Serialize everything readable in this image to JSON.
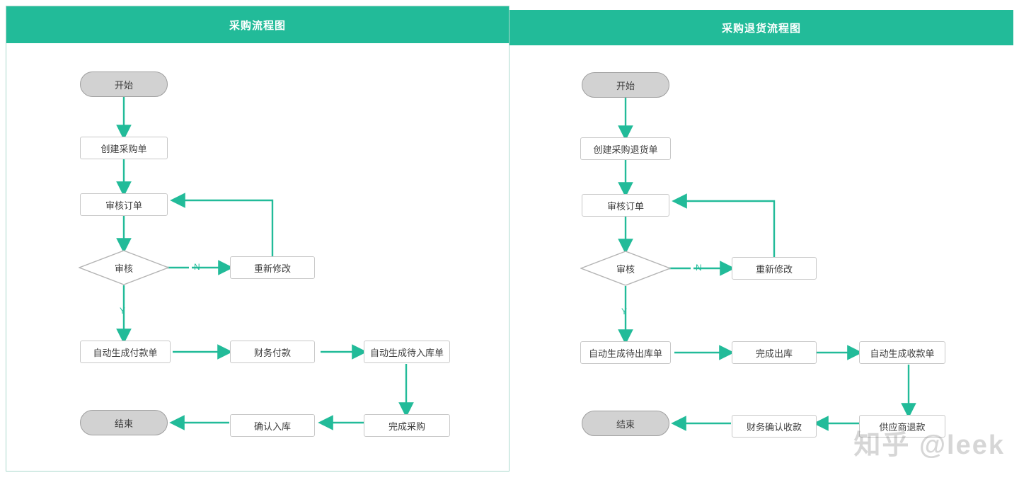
{
  "theme": {
    "accent": "#22bb99",
    "header_bg": "#22bb99",
    "header_text": "#ffffff",
    "node_border": "#c8c8c8",
    "node_bg": "#ffffff",
    "node_text": "#3c3c3c",
    "terminator_bg": "#d2d2d2",
    "terminator_border": "#9f9f9f",
    "panel_border": "#a9d8cc",
    "edge_color": "#22bb99",
    "watermark_color": "rgba(120,120,120,0.30)"
  },
  "watermark": {
    "text": "知乎 @leek"
  },
  "panels": [
    {
      "id": "purchase",
      "title": "采购流程图",
      "nodes": [
        {
          "key": "start",
          "label": "开始",
          "type": "terminator"
        },
        {
          "key": "create",
          "label": "创建采购单",
          "type": "process"
        },
        {
          "key": "review",
          "label": "审核订单",
          "type": "process"
        },
        {
          "key": "decision",
          "label": "审核",
          "type": "decision"
        },
        {
          "key": "modify",
          "label": "重新修改",
          "type": "process"
        },
        {
          "key": "genpay",
          "label": "自动生成付款单",
          "type": "process"
        },
        {
          "key": "finpay",
          "label": "财务付款",
          "type": "process"
        },
        {
          "key": "genin",
          "label": "自动生成待入库单",
          "type": "process"
        },
        {
          "key": "donebuy",
          "label": "完成采购",
          "type": "process"
        },
        {
          "key": "confirmin",
          "label": "确认入库",
          "type": "process"
        },
        {
          "key": "end",
          "label": "结束",
          "type": "terminator"
        }
      ],
      "edge_labels": [
        {
          "key": "no",
          "text": "N"
        },
        {
          "key": "yes",
          "text": "Y"
        }
      ],
      "edges": [
        {
          "from": "start",
          "to": "create",
          "label": ""
        },
        {
          "from": "create",
          "to": "review",
          "label": ""
        },
        {
          "from": "review",
          "to": "decision",
          "label": ""
        },
        {
          "from": "decision",
          "to": "modify",
          "label": "N"
        },
        {
          "from": "modify",
          "to": "review",
          "label": ""
        },
        {
          "from": "decision",
          "to": "genpay",
          "label": "Y"
        },
        {
          "from": "genpay",
          "to": "finpay",
          "label": ""
        },
        {
          "from": "finpay",
          "to": "genin",
          "label": ""
        },
        {
          "from": "genin",
          "to": "donebuy",
          "label": ""
        },
        {
          "from": "donebuy",
          "to": "confirmin",
          "label": ""
        },
        {
          "from": "confirmin",
          "to": "end",
          "label": ""
        }
      ]
    },
    {
      "id": "return",
      "title": "采购退货流程图",
      "nodes": [
        {
          "key": "start",
          "label": "开始",
          "type": "terminator"
        },
        {
          "key": "create",
          "label": "创建采购退货单",
          "type": "process"
        },
        {
          "key": "review",
          "label": "审核订单",
          "type": "process"
        },
        {
          "key": "decision",
          "label": "审核",
          "type": "decision"
        },
        {
          "key": "modify",
          "label": "重新修改",
          "type": "process"
        },
        {
          "key": "genout",
          "label": "自动生成待出库单",
          "type": "process"
        },
        {
          "key": "doneout",
          "label": "完成出库",
          "type": "process"
        },
        {
          "key": "genrecv",
          "label": "自动生成收款单",
          "type": "process"
        },
        {
          "key": "refund",
          "label": "供应商退款",
          "type": "process"
        },
        {
          "key": "finrecv",
          "label": "财务确认收款",
          "type": "process"
        },
        {
          "key": "end",
          "label": "结束",
          "type": "terminator"
        }
      ],
      "edge_labels": [
        {
          "key": "no",
          "text": "N"
        },
        {
          "key": "yes",
          "text": "Y"
        }
      ],
      "edges": [
        {
          "from": "start",
          "to": "create",
          "label": ""
        },
        {
          "from": "create",
          "to": "review",
          "label": ""
        },
        {
          "from": "review",
          "to": "decision",
          "label": ""
        },
        {
          "from": "decision",
          "to": "modify",
          "label": "N"
        },
        {
          "from": "modify",
          "to": "review",
          "label": ""
        },
        {
          "from": "decision",
          "to": "genout",
          "label": "Y"
        },
        {
          "from": "genout",
          "to": "doneout",
          "label": ""
        },
        {
          "from": "doneout",
          "to": "genrecv",
          "label": ""
        },
        {
          "from": "genrecv",
          "to": "refund",
          "label": ""
        },
        {
          "from": "refund",
          "to": "finrecv",
          "label": ""
        },
        {
          "from": "finrecv",
          "to": "end",
          "label": ""
        }
      ]
    }
  ]
}
